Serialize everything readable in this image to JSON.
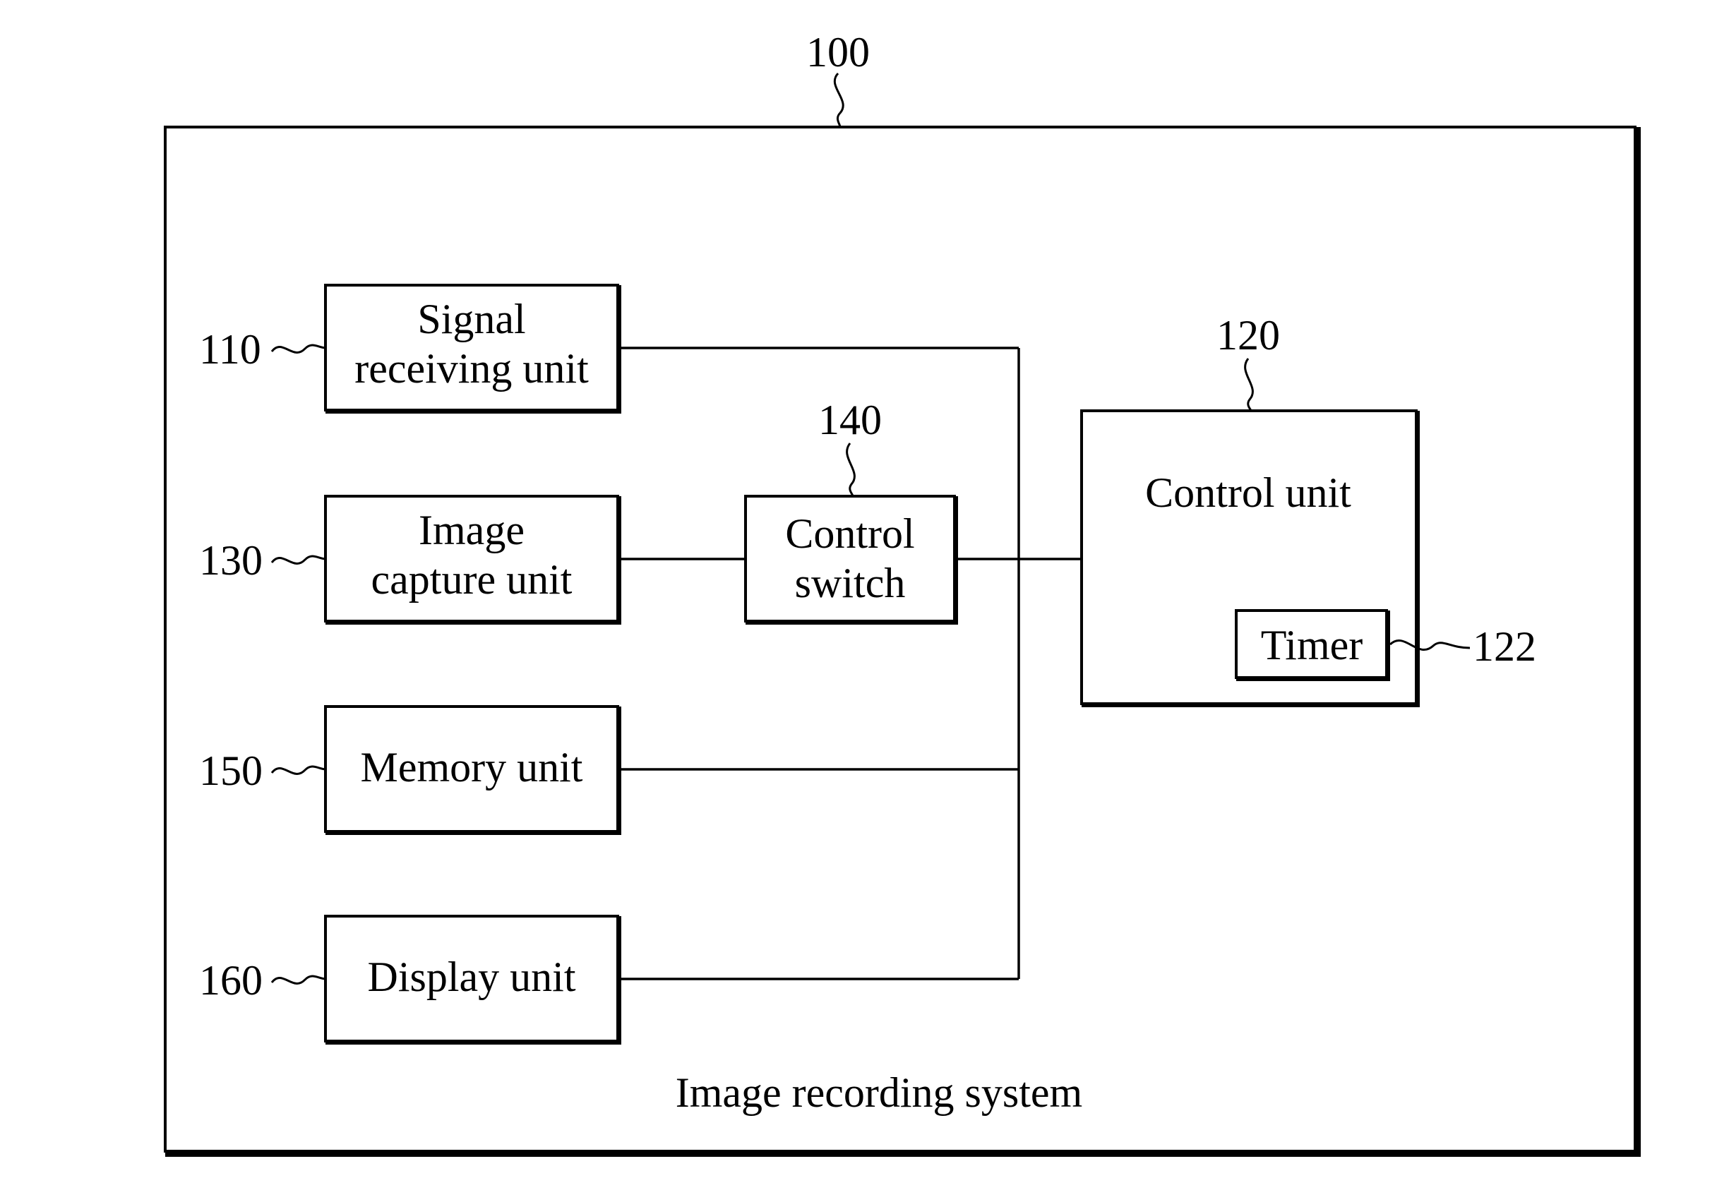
{
  "system": {
    "ref": "100",
    "caption": "Image recording system"
  },
  "blocks": {
    "signal_receiving": {
      "ref": "110",
      "lines": [
        "Signal",
        "receiving unit"
      ]
    },
    "image_capture": {
      "ref": "130",
      "lines": [
        "Image",
        "capture unit"
      ]
    },
    "memory": {
      "ref": "150",
      "lines": [
        "Memory unit"
      ]
    },
    "display": {
      "ref": "160",
      "lines": [
        "Display unit"
      ]
    },
    "control_switch": {
      "ref": "140",
      "lines": [
        "Control",
        "switch"
      ]
    },
    "control_unit": {
      "ref": "120",
      "lines": [
        "Control unit"
      ]
    },
    "timer": {
      "ref": "122",
      "lines": [
        "Timer"
      ]
    }
  }
}
